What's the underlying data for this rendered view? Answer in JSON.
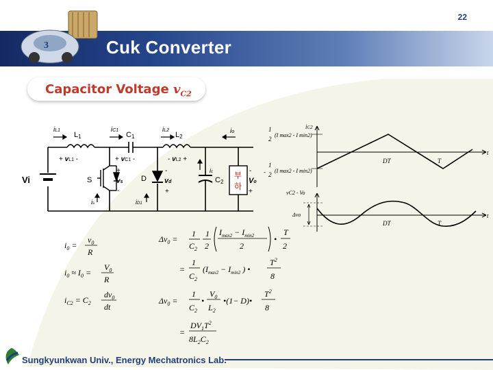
{
  "header": {
    "slide_number": "22",
    "title": "Cuk Converter"
  },
  "section": {
    "title": "Capacitor Voltage",
    "variable": "vC2"
  },
  "circuit": {
    "vi": "Vi",
    "iL1": "i",
    "iL1_sub": "L1",
    "L1": "L",
    "L1_sub": "1",
    "iC1": "i",
    "iC1_sub": "C1",
    "C1": "C",
    "C1_sub": "1",
    "iL2": "i",
    "iL2_sub": "L2",
    "L2": "L",
    "L2_sub": "2",
    "io": "i",
    "io_sub": "o",
    "ic": "i",
    "ic_sub": "c",
    "vL1": "v",
    "vL1_sub": "L1",
    "vC1": "v",
    "vC1_sub": "C1",
    "vL2": "v",
    "vL2_sub": "L2",
    "vs": "v",
    "vs_sub": "s",
    "vd": "v",
    "vd_sub": "d",
    "vo": "V",
    "vo_sub": "o",
    "is": "i",
    "is_sub": "s",
    "iD1": "i",
    "iD1_sub": "D1",
    "S": "S",
    "D": "D",
    "C2": "C",
    "C2_sub": "2",
    "load1": "부",
    "load2": "하",
    "plus": "+",
    "minus": "-"
  },
  "waveforms": {
    "top": {
      "ylabel": "i",
      "ylabel_sub": "C2",
      "upper_label": "(I max2 - I min2)",
      "lower_label": "(I max2 - I min2)",
      "half": "1",
      "half_den": "2",
      "minus_sign": "-",
      "t": "t",
      "DT": "DT",
      "T": "T"
    },
    "bottom": {
      "ylabel": "vC2 - Vo",
      "delta": "Δvo",
      "t": "t",
      "DT": "DT",
      "T": "T"
    }
  },
  "equations": {
    "e1": "i0 = v0 / R",
    "e2": "i0 ≈ I0 = V0 / R",
    "e3": "iC2 = C2 dv0/dt",
    "e4": "Δv0 = 1/C2 · 1/2 · ((Imax2 − Imin2)/2) · T/2",
    "e5": "= 1/C2 (Imax2 − Imin2) · T²/8",
    "e6": "Δv0 = 1/C2 · V0/L2 · (1 − D) · T²/8",
    "e7": "= DV1T² / 8L2C2"
  },
  "footer": {
    "text": "Sungkyunkwan Univ., Energy Mechatronics Lab."
  },
  "colors": {
    "accent": "#c0392b",
    "navy": "#1f3f7a",
    "arc": "#f2f3e6"
  }
}
